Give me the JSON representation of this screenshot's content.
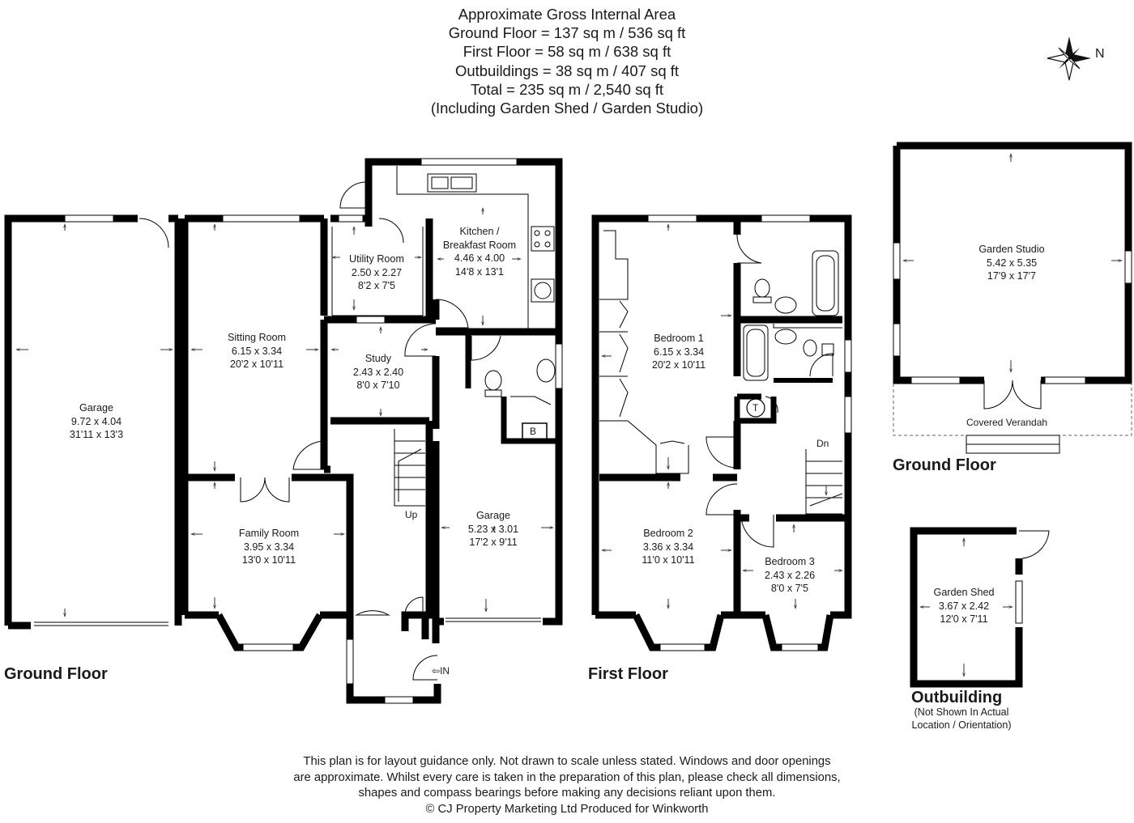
{
  "header": {
    "lines": [
      "Approximate Gross Internal Area",
      "Ground Floor = 137 sq m / 536 sq ft",
      "First Floor = 58 sq m / 638 sq ft",
      "Outbuildings = 38 sq m / 407 sq ft",
      "Total = 235 sq m / 2,540 sq ft",
      "(Including Garden Shed / Garden Studio)"
    ]
  },
  "compass": {
    "label": "N"
  },
  "floors": {
    "ground_label": "Ground Floor",
    "first_label": "First Floor",
    "studio_floor_label": "Ground Floor",
    "outbuilding_label": "Outbuilding",
    "outbuilding_note": [
      "(Not Shown In Actual",
      "Location / Orientation)"
    ]
  },
  "rooms": {
    "garage_main": [
      "Garage",
      "9.72 x 4.04",
      "31'11 x 13'3"
    ],
    "sitting_room": [
      "Sitting Room",
      "6.15 x 3.34",
      "20'2 x 10'11"
    ],
    "family_room": [
      "Family Room",
      "3.95 x 3.34",
      "13'0 x 10'11"
    ],
    "utility_room": [
      "Utility Room",
      "2.50 x 2.27",
      "8'2 x 7'5"
    ],
    "kitchen": [
      "Kitchen /",
      "Breakfast Room",
      "4.46 x 4.00",
      "14'8 x 13'1"
    ],
    "study": [
      "Study",
      "2.43 x 2.40",
      "8'0 x 7'10"
    ],
    "garage_small": [
      "Garage",
      "5.23 x 3.01",
      "17'2 x 9'11"
    ],
    "bedroom1": [
      "Bedroom 1",
      "6.15 x 3.34",
      "20'2 x 10'11"
    ],
    "bedroom2": [
      "Bedroom 2",
      "3.36 x 3.34",
      "11'0 x 10'11"
    ],
    "bedroom3": [
      "Bedroom 3",
      "2.43 x 2.26",
      "8'0 x 7'5"
    ],
    "garden_studio": [
      "Garden Studio",
      "5.42 x 5.35",
      "17'9 x 17'7"
    ],
    "garden_shed": [
      "Garden Shed",
      "3.67 x 2.42",
      "12'0 x 7'11"
    ]
  },
  "labels": {
    "up": "Up",
    "dn": "Dn",
    "in": "IN",
    "b": "B",
    "t": "T",
    "verandah": "Covered Verandah"
  },
  "disclaimer": {
    "lines": [
      "This plan is for layout guidance only. Not drawn to scale unless stated. Windows and door openings",
      "are approximate. Whilst every care is taken in the preparation of this plan, please check all dimensions,",
      "shapes and compass bearings before making any decisions reliant upon them.",
      "© CJ Property Marketing Ltd Produced for Winkworth"
    ]
  },
  "colors": {
    "wall": "#000000",
    "line": "#555555",
    "text": "#1a1a1a"
  }
}
